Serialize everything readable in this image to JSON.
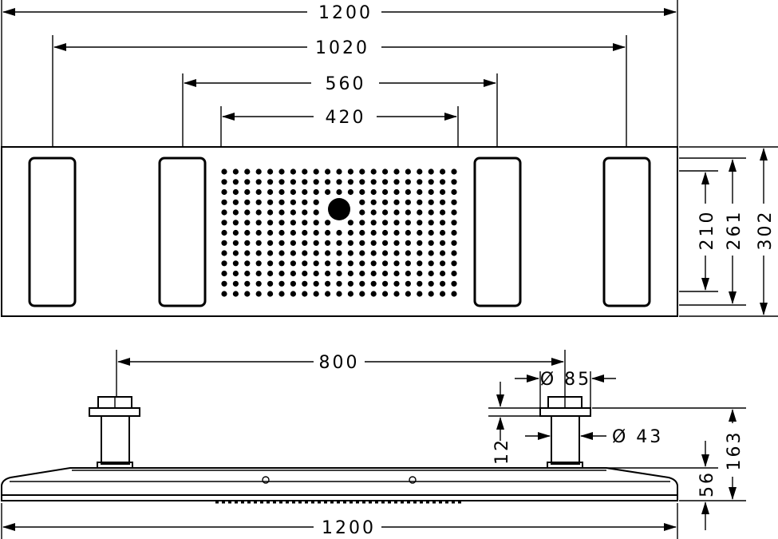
{
  "top_view": {
    "dims": {
      "overall_width": "1200",
      "outer_panels": "1020",
      "inner_panels": "560",
      "spray_field": "420",
      "height_inner": "210",
      "height_mid": "261",
      "height_outer": "302"
    },
    "spray_grid": {
      "columns": 21,
      "rows": 13
    }
  },
  "side_view": {
    "dims": {
      "arm_spacing": "800",
      "flange_diameter": "Ø 85",
      "pipe_diameter": "Ø 43",
      "flange_offset": "12",
      "total_height": "163",
      "body_height": "56",
      "overall_width": "1200"
    }
  }
}
